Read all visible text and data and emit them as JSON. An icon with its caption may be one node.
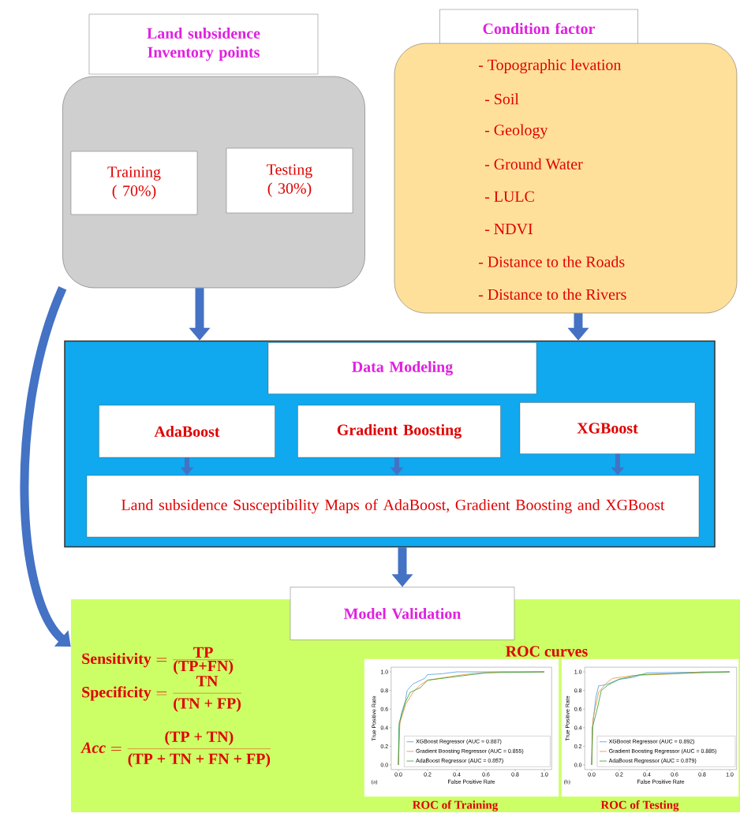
{
  "diagram": {
    "nodes": [
      {
        "text": [
          "Land subsidence Inventory points"
        ]
      },
      {
        "text": [],
        "shape": "box"
      },
      {
        "text": [
          "Training ( 70%)"
        ],
        "in": 1
      },
      {
        "text": [
          "Testing ( 30%)"
        ],
        "in": 1
      },
      {
        "text": [
          "Condition factor"
        ]
      },
      {
        "text": [
          "- Topographic levation",
          "- Soil",
          "- Geology",
          "- Ground Water",
          "- LULC",
          "- NDVI",
          "- Distance to the Roads",
          "- Distance to the Rivers"
        ]
      },
      {
        "text": [],
        "shape": "box"
      },
      {
        "text": [
          "Data Modeling"
        ],
        "in": 6
      },
      {
        "text": [
          "AdaBoost"
        ],
        "in": 6
      },
      {
        "text": [
          "Gradient Boosting"
        ],
        "in": 6
      },
      {
        "text": [
          "XGBoost"
        ],
        "in": 6
      },
      {
        "text": [
          "Land subsidence Susceptibility Maps of AdaBoost, Gradient Boosting and XGBoost"
        ],
        "in": 6
      },
      {
        "text": [],
        "shape": "box"
      },
      {
        "text": [
          "Model Validation"
        ]
      }
    ],
    "edges": [
      {
        "from": 1,
        "to": 6,
        "arrow": "to"
      },
      {
        "from": 5,
        "to": 6,
        "arrow": "to"
      },
      {
        "from": 8,
        "to": 11,
        "arrow": "to"
      },
      {
        "from": 9,
        "to": 11,
        "arrow": "to"
      },
      {
        "from": 10,
        "to": 11,
        "arrow": "to"
      },
      {
        "from": 6,
        "to": 13,
        "arrow": "to"
      },
      {
        "from": 1,
        "to": 12,
        "arrow": "to"
      }
    ],
    "labels": [
      "\\textbf{Sensitivity} = \\frac{\\textbf{TP}}{\\textbf{(TP+FN)}}",
      "\\textbf{Specificity} = \\frac{\\textbf{TN}}{\\textbf{(TN + FP)}}",
      "\\textbf{\\textit{Acc}} = \\frac{\\textbf{(TP + TN)}}{\\textbf{(TP + TN + FN + FP)}}",
      "ROC curves",
      "1.0",
      "0.8",
      "0.6",
      "0.4",
      "0.2",
      "0.0",
      "True Positive Rate",
      "XGBoost Regressor (AUC = 0.887)",
      "Gradient Boosting Regressor (AUC = 0.855)",
      "AdaBoost Regressor (AUC = 0.857)",
      "0.0",
      "0.2",
      "0.4",
      "0.6",
      "0.8",
      "1.0",
      "(a)",
      "False Positive Rate",
      "1.0",
      "0.8",
      "0.6",
      "0.4",
      "0.2",
      "0.0",
      "True Positive Rate",
      "XGBoost Regressor (AUC = 0.892)",
      "Gradient Boosting Regressor (AUC = 0.885)",
      "AdaBoost Regressor (AUC = 0.879)",
      "0.0",
      "0.2",
      "0.4",
      "0.6",
      "0.8",
      "1.0",
      "(b)",
      "False Positive Rate",
      "ROC of Training",
      "ROC of Testing"
    ]
  }
}
